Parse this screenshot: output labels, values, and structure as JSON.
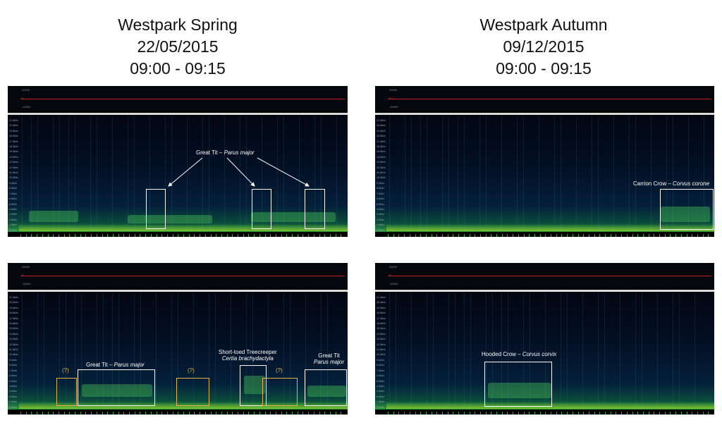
{
  "left_title": {
    "line1": "Westpark Spring",
    "line2": "22/05/2015",
    "line3": "09:00 - 09:15"
  },
  "right_title": {
    "line1": "Westpark Autumn",
    "line2": "09/12/2015",
    "line3": "09:00 - 09:15"
  },
  "waveform_labels": {
    "top": "20000",
    "mid": "0",
    "bottom": "-20000"
  },
  "freq_labels": [
    "21.0kHz",
    "20.0kHz",
    "19.0kHz",
    "18.0kHz",
    "17.0kHz",
    "16.0kHz",
    "15.0kHz",
    "14.0kHz",
    "13.0kHz",
    "12.0kHz",
    "11.0kHz",
    "10.0kHz",
    "9.0kHz",
    "8.0kHz",
    "7.0kHz",
    "6.0kHz",
    "5.0kHz",
    "4.0kHz",
    "3.0kHz",
    "2.0kHz",
    "1.0kHz",
    "0.0kHz"
  ],
  "annotations": {
    "great_tit": "Great Tit – ",
    "great_tit_latin": "Parus major",
    "carrion_crow": "Carrion Crow – ",
    "carrion_crow_latin": "Corvus corone",
    "great_tit_2": "Great Tit – ",
    "great_tit_2_latin": "Parus major",
    "treecreeper": "Short-toed Treecreeper",
    "treecreeper_latin": "Certia brachydactyla",
    "great_tit_3": "Great Tit",
    "great_tit_3_latin": "Parus major",
    "unknown": "(?)",
    "hooded_crow": "Hooded Crow – ",
    "hooded_crow_latin": "Corvus corvix"
  },
  "colors": {
    "waveform": "#c0201c",
    "box": "#ffffff",
    "unknown_box": "#e3b34a",
    "spectrogram_low": "#2e9a40"
  }
}
